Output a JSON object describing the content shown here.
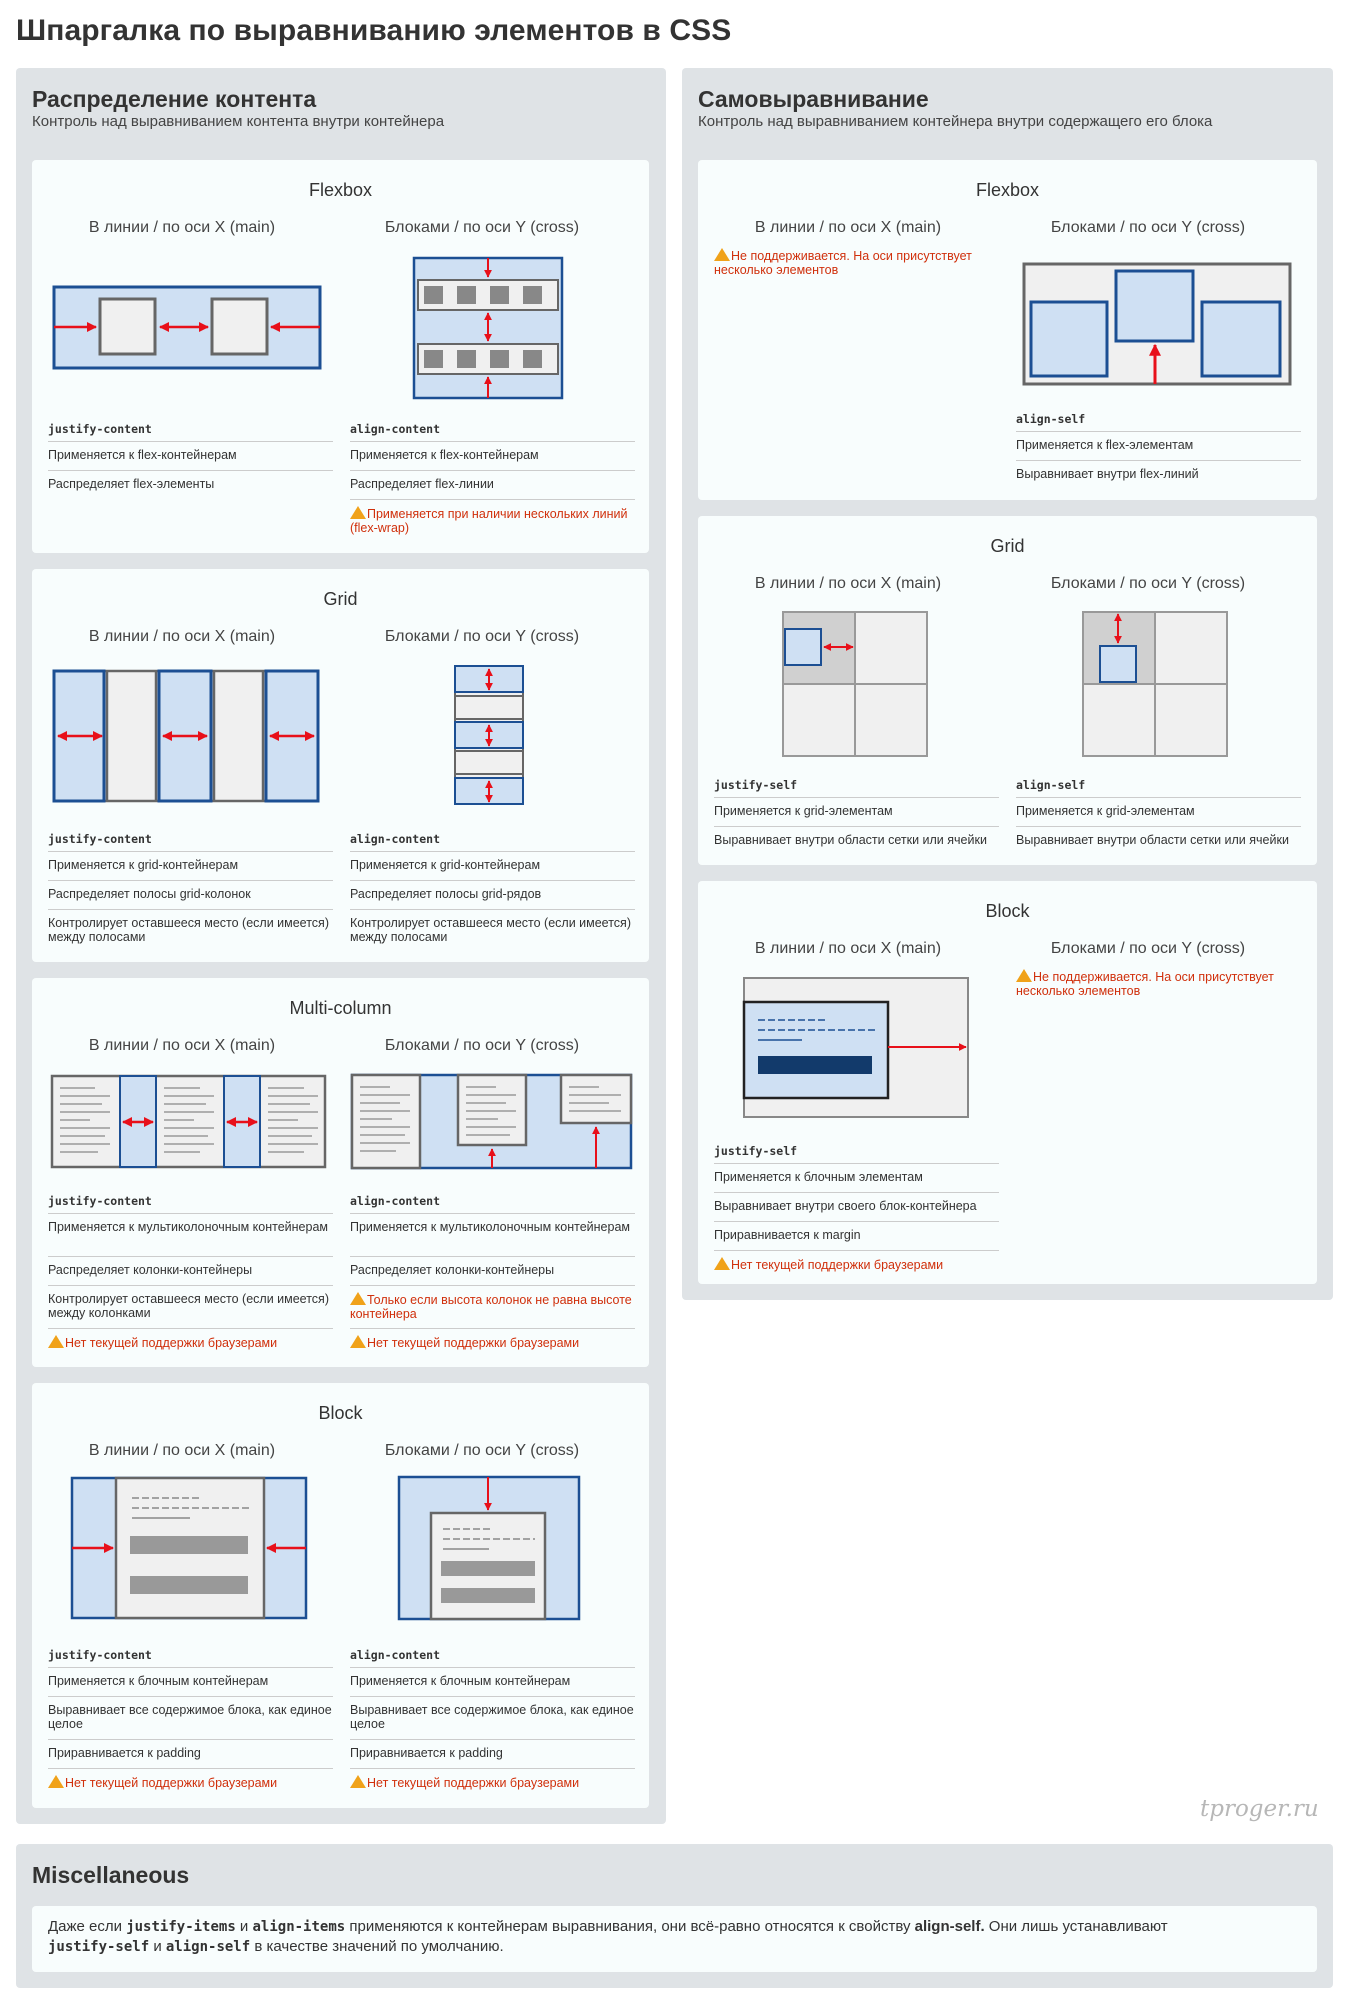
{
  "page_title": "Шпаргалка по выравниванию элементов в CSS",
  "left_panel": {
    "title": "Распределение контента",
    "subtitle": "Контроль над выравниванием контента внутри контейнера"
  },
  "right_panel": {
    "title": "Самовыравнивание",
    "subtitle": "Контроль над выравниванием контейнера внутри содержащего его блока"
  },
  "axis": {
    "main": "В линии / по оси X (main)",
    "cross": "Блоками / по оси Y (cross)"
  },
  "content": {
    "flexbox": {
      "title": "Flexbox",
      "main": {
        "prop": "justify-content",
        "rows": [
          "Применяется к flex-контейнерам",
          "Распределяет flex-элементы"
        ]
      },
      "cross": {
        "prop": "align-content",
        "rows": [
          "Применяется к flex-контейнерам",
          "Распределяет flex-линии"
        ],
        "warn": "Применяется при наличии нескольких линий (flex-wrap)"
      }
    },
    "grid": {
      "title": "Grid",
      "main": {
        "prop": "justify-content",
        "rows": [
          "Применяется к grid-контейнерам",
          "Распределяет полосы grid-колонок",
          "Контролирует оставшееся место (если имеется) между полосами"
        ]
      },
      "cross": {
        "prop": "align-content",
        "rows": [
          "Применяется к grid-контейнерам",
          "Распределяет полосы grid-рядов",
          "Контролирует оставшееся место (если имеется) между полосами"
        ]
      }
    },
    "multicol": {
      "title": "Multi-column",
      "main": {
        "prop": "justify-content",
        "rows": [
          "Применяется к мультиколоночным контейнерам",
          "Распределяет колонки-контейнеры",
          "Контролирует оставшееся место (если имеется) между колонками"
        ],
        "warn": "Нет текущей поддержки браузерами"
      },
      "cross": {
        "prop": "align-content",
        "rows": [
          "Применяется к мультиколоночным контейнерам",
          "Распределяет колонки-контейнеры"
        ],
        "warn1": "Только если высота колонок не равна высоте контейнера",
        "warn2": "Нет текущей поддержки браузерами"
      }
    },
    "block": {
      "title": "Block",
      "main": {
        "prop": "justify-content",
        "rows": [
          "Применяется к блочным контейнерам",
          "Выравнивает все содержимое блока, как единое целое",
          "Приравнивается к padding"
        ],
        "warn": "Нет текущей поддержки браузерами"
      },
      "cross": {
        "prop": "align-content",
        "rows": [
          "Применяется к блочным контейнерам",
          "Выравнивает все содержимое блока, как единое целое",
          "Приравнивается к padding"
        ],
        "warn": "Нет текущей поддержки браузерами"
      }
    }
  },
  "self": {
    "flexbox": {
      "title": "Flexbox",
      "main": {
        "warn": "Не поддерживается. На оси присутствует несколько элементов"
      },
      "cross": {
        "prop": "align-self",
        "rows": [
          "Применяется к flex-элементам",
          "Выравнивает внутри flex-линий"
        ]
      }
    },
    "grid": {
      "title": "Grid",
      "main": {
        "prop": "justify-self",
        "rows": [
          "Применяется к grid-элементам",
          "Выравнивает внутри области сетки или ячейки"
        ]
      },
      "cross": {
        "prop": "align-self",
        "rows": [
          "Применяется к grid-элементам",
          "Выравнивает внутри области сетки или ячейки"
        ]
      }
    },
    "block": {
      "title": "Block",
      "main": {
        "prop": "justify-self",
        "rows": [
          "Применяется к блочным элементам",
          "Выравнивает внутри своего блок-контейнера",
          "Приравнивается к margin"
        ],
        "warn": "Нет текущей поддержки браузерами"
      },
      "cross": {
        "warn": "Не поддерживается. На оси присутствует несколько элементов"
      }
    }
  },
  "watermark": "tproger.ru",
  "misc": {
    "title": "Miscellaneous",
    "t1": "Даже если ",
    "c1": "justify-items",
    "t2": " и ",
    "c2": "align-items",
    "t3": " применяются к контейнерам выравнивания, они всё-равно относятся к свойству ",
    "b1": "align-self.",
    "t4": " Они лишь устанавливают",
    "c3": "justify-self",
    "t5": " и ",
    "c4": "align-self",
    "t6": " в качестве значений по умолчанию."
  },
  "colors": {
    "accent_blue": "#1c4f93",
    "fill_blue": "#cfe0f3",
    "arrow_red": "#e8101a",
    "warn_orange": "#f0a21a",
    "warn_text": "#d0300c"
  }
}
